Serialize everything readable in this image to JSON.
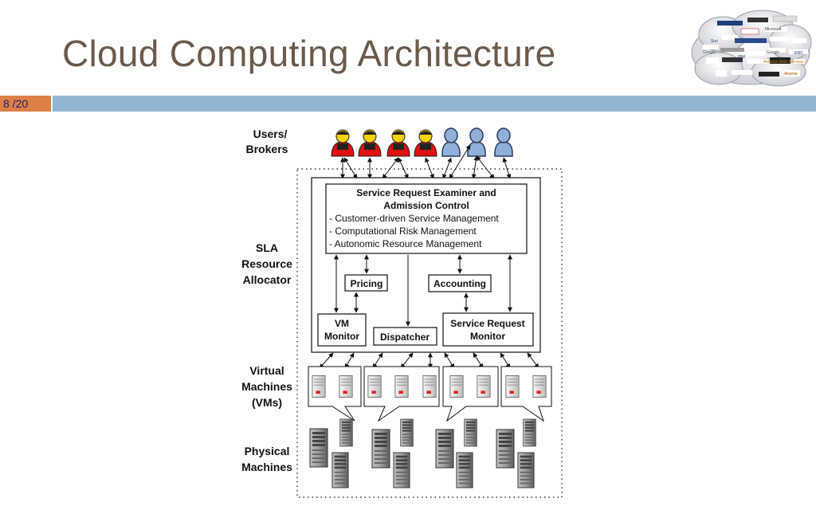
{
  "slide": {
    "title": "Cloud Computing Architecture",
    "page_number": "8 /20"
  },
  "logo_cloud": {
    "labels": [
      "Sun",
      "Google",
      "IBM",
      "Microsoft",
      "EMC",
      "Google",
      "Amazon Web Services",
      "Akamai"
    ]
  },
  "diagram": {
    "layer_labels": {
      "users": [
        "Users/",
        "Brokers"
      ],
      "sla": [
        "SLA",
        "Resource",
        "Allocator"
      ],
      "vms": [
        "Virtual",
        "Machines",
        "(VMs)"
      ],
      "physical": [
        "Physical",
        "Machines"
      ]
    },
    "examiner": {
      "title_line1": "Service Request Examiner and",
      "title_line2": "Admission Control",
      "items": [
        "- Customer-driven Service Management",
        "- Computational Risk Management",
        "- Autonomic Resource Management"
      ]
    },
    "pricing": "Pricing",
    "accounting": "Accounting",
    "vm_monitor": [
      "VM",
      "Monitor"
    ],
    "dispatcher": "Dispatcher",
    "service_request_monitor": [
      "Service Request",
      "Monitor"
    ],
    "users": [
      {
        "kind": "user",
        "color": "#e01010"
      },
      {
        "kind": "user",
        "color": "#e01010"
      },
      {
        "kind": "user",
        "color": "#e01010"
      },
      {
        "kind": "user",
        "color": "#e01010"
      },
      {
        "kind": "broker",
        "color": "#8fb0d8"
      },
      {
        "kind": "broker",
        "color": "#8fb0d8"
      },
      {
        "kind": "broker",
        "color": "#8fb0d8"
      }
    ]
  }
}
